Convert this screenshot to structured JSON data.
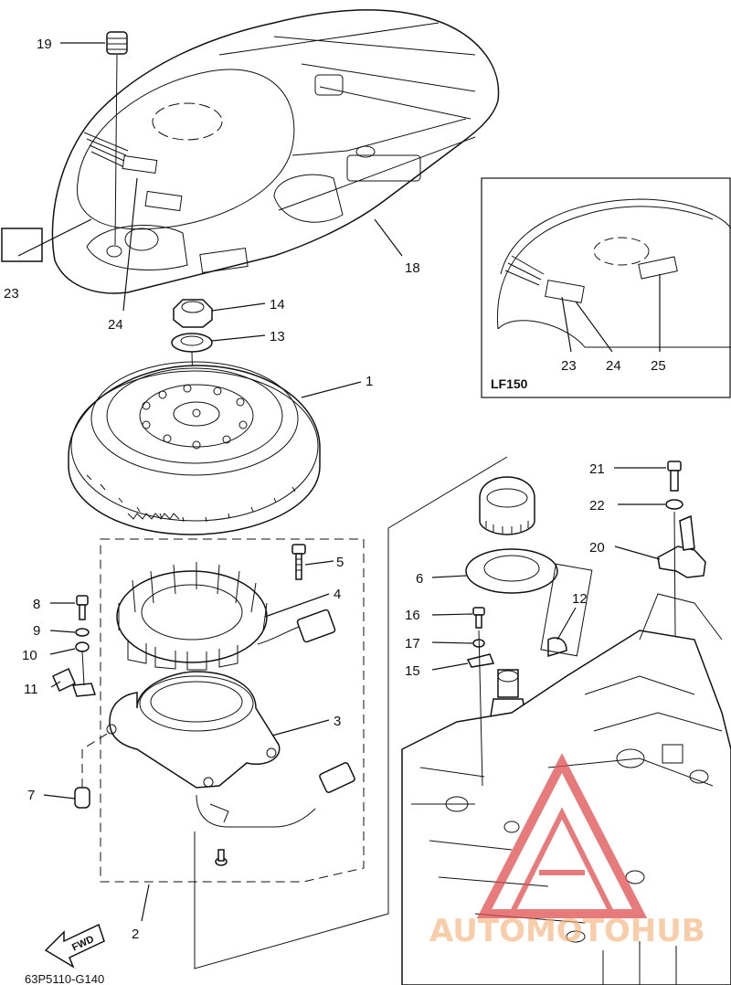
{
  "diagram": {
    "parts": [
      {
        "id": "p19",
        "number": "19"
      },
      {
        "id": "p23",
        "number": "23"
      },
      {
        "id": "p24",
        "number": "24"
      },
      {
        "id": "p18",
        "number": "18"
      },
      {
        "id": "p14",
        "number": "14"
      },
      {
        "id": "p13",
        "number": "13"
      },
      {
        "id": "p1",
        "number": "1"
      },
      {
        "id": "p5",
        "number": "5"
      },
      {
        "id": "p4",
        "number": "4"
      },
      {
        "id": "p8",
        "number": "8"
      },
      {
        "id": "p9",
        "number": "9"
      },
      {
        "id": "p10",
        "number": "10"
      },
      {
        "id": "p11",
        "number": "11"
      },
      {
        "id": "p3",
        "number": "3"
      },
      {
        "id": "p7",
        "number": "7"
      },
      {
        "id": "p2",
        "number": "2"
      },
      {
        "id": "p21",
        "number": "21"
      },
      {
        "id": "p22",
        "number": "22"
      },
      {
        "id": "p20",
        "number": "20"
      },
      {
        "id": "p6",
        "number": "6"
      },
      {
        "id": "p12",
        "number": "12"
      },
      {
        "id": "p16",
        "number": "16"
      },
      {
        "id": "p17",
        "number": "17"
      },
      {
        "id": "p15",
        "number": "15"
      }
    ],
    "inset": {
      "label": "LF150",
      "parts": [
        "23",
        "24",
        "25"
      ]
    },
    "fwd_label": "FWD",
    "diagram_code": "63P5110-G140",
    "watermark": "AUTOMOTOHUB",
    "colors": {
      "line": "#111111",
      "watermark": "#e05050"
    }
  }
}
